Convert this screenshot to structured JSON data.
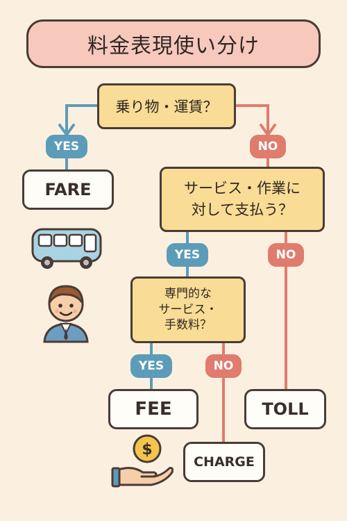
{
  "title": "料金表現使い分け",
  "questions": {
    "q1": "乗り物・運賃？",
    "q2_line1": "サービス・作業に",
    "q2_line2": "対して支払う？",
    "q3_line1": "専門的な",
    "q3_line2": "サービス・",
    "q3_line3": "手数料？"
  },
  "labels": {
    "yes": "YES",
    "no": "NO"
  },
  "results": {
    "fare": "FARE",
    "fee": "FEE",
    "toll": "TOLL",
    "charge": "CHARGE"
  },
  "currency_symbol": "$",
  "icons": [
    "bus-icon",
    "person-icon",
    "money-hand-icon"
  ],
  "colors": {
    "background": "#fbf0e0",
    "title_fill": "#f7c9bd",
    "question_fill": "#f9dc95",
    "yes": "#5c9cb8",
    "no": "#df7c6d",
    "outline": "#4a3b36"
  }
}
